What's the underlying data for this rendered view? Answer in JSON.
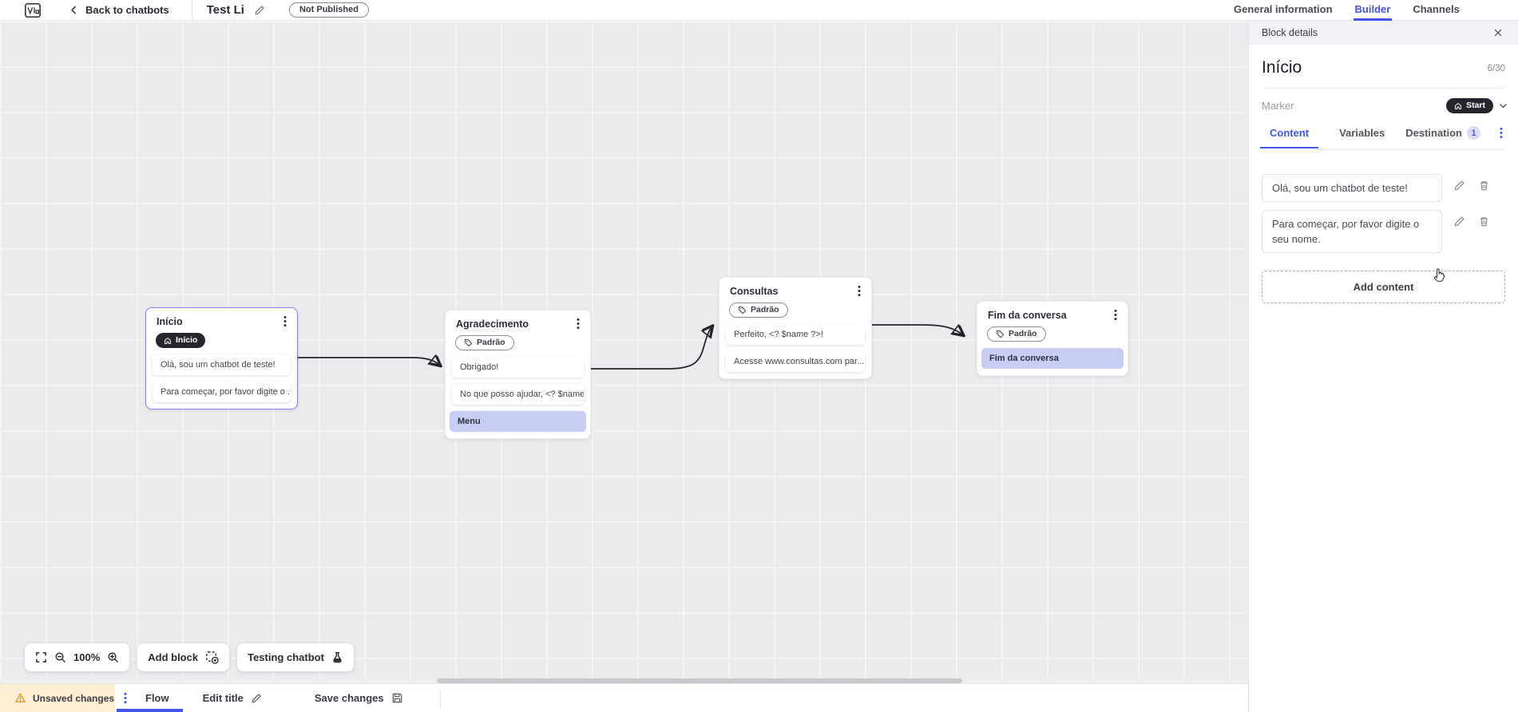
{
  "topbar": {
    "back_label": "Back to chatbots",
    "bot_title": "Test Li",
    "status_badge": "Not Published",
    "tabs": [
      {
        "label": "General information",
        "active": false
      },
      {
        "label": "Builder",
        "active": true
      },
      {
        "label": "Channels",
        "active": false
      }
    ]
  },
  "panel": {
    "header_title": "Block details",
    "block_name": "Início",
    "name_counter": "6/30",
    "marker_label": "Marker",
    "marker_value": "Start",
    "tabs": {
      "content": "Content",
      "variables": "Variables",
      "destination": "Destination",
      "destination_badge": "1"
    },
    "messages": [
      {
        "text": "Olá, sou um chatbot de teste!"
      },
      {
        "text": "Para começar, por favor digite o seu nome."
      }
    ],
    "add_content_label": "Add content"
  },
  "canvas": {
    "zoom_level": "100%",
    "add_block_label": "Add block",
    "testing_chatbot_label": "Testing chatbot",
    "blocks": [
      {
        "title": "Início",
        "badge": "Início",
        "badge_type": "start",
        "selected": true,
        "items": [
          {
            "text": "Olá, sou um chatbot de teste!"
          },
          {
            "text": "Para começar, por favor digite o ..."
          }
        ]
      },
      {
        "title": "Agradecimento",
        "badge": "Padrão",
        "badge_type": "tag",
        "selected": false,
        "items": [
          {
            "text": "Obrigado!"
          },
          {
            "text": "No que posso ajudar, <? $name ..."
          },
          {
            "text": "Menu",
            "highlight": true
          }
        ]
      },
      {
        "title": "Consultas",
        "badge": "Padrão",
        "badge_type": "tag",
        "selected": false,
        "items": [
          {
            "text": "Perfeito, <? $name ?>!"
          },
          {
            "text": "Acesse www.consultas.com par..."
          }
        ]
      },
      {
        "title": "Fim da conversa",
        "badge": "Padrão",
        "badge_type": "tag",
        "selected": false,
        "items": [
          {
            "text": "Fim da conversa",
            "highlight": true
          }
        ]
      }
    ]
  },
  "bottombar": {
    "unsaved_label": "Unsaved changes",
    "flow_tab_label": "Flow",
    "edit_title_label": "Edit title",
    "save_label": "Save changes"
  },
  "icons": {
    "app-logo": "rounded-square-logo",
    "back": "chevron-left",
    "edit": "pencil",
    "delete": "trash",
    "close": "x",
    "marker": "home",
    "expand": "chevron-down",
    "menu": "kebab-dots",
    "category": "tag",
    "fit-screen": "corner-brackets",
    "zoom-out": "magnifier-minus",
    "zoom-in": "magnifier-plus",
    "add-block": "dashed-square-plus",
    "testing": "flask",
    "warning": "triangle-exclamation",
    "save": "floppy-disk",
    "pointer": "hand-cursor"
  },
  "colors": {
    "accent": "#4356e8",
    "selected_block_border": "#8a7ff0",
    "highlight_item_bg": "#c7cdf3",
    "dark_pill_bg": "#26262e",
    "canvas_bg": "#ebebee",
    "panel_header_bg": "#f3f3f7",
    "warning_bg": "#fcefd4",
    "warning_icon": "#dd9f33",
    "destination_badge_bg": "#dcdcf8"
  }
}
